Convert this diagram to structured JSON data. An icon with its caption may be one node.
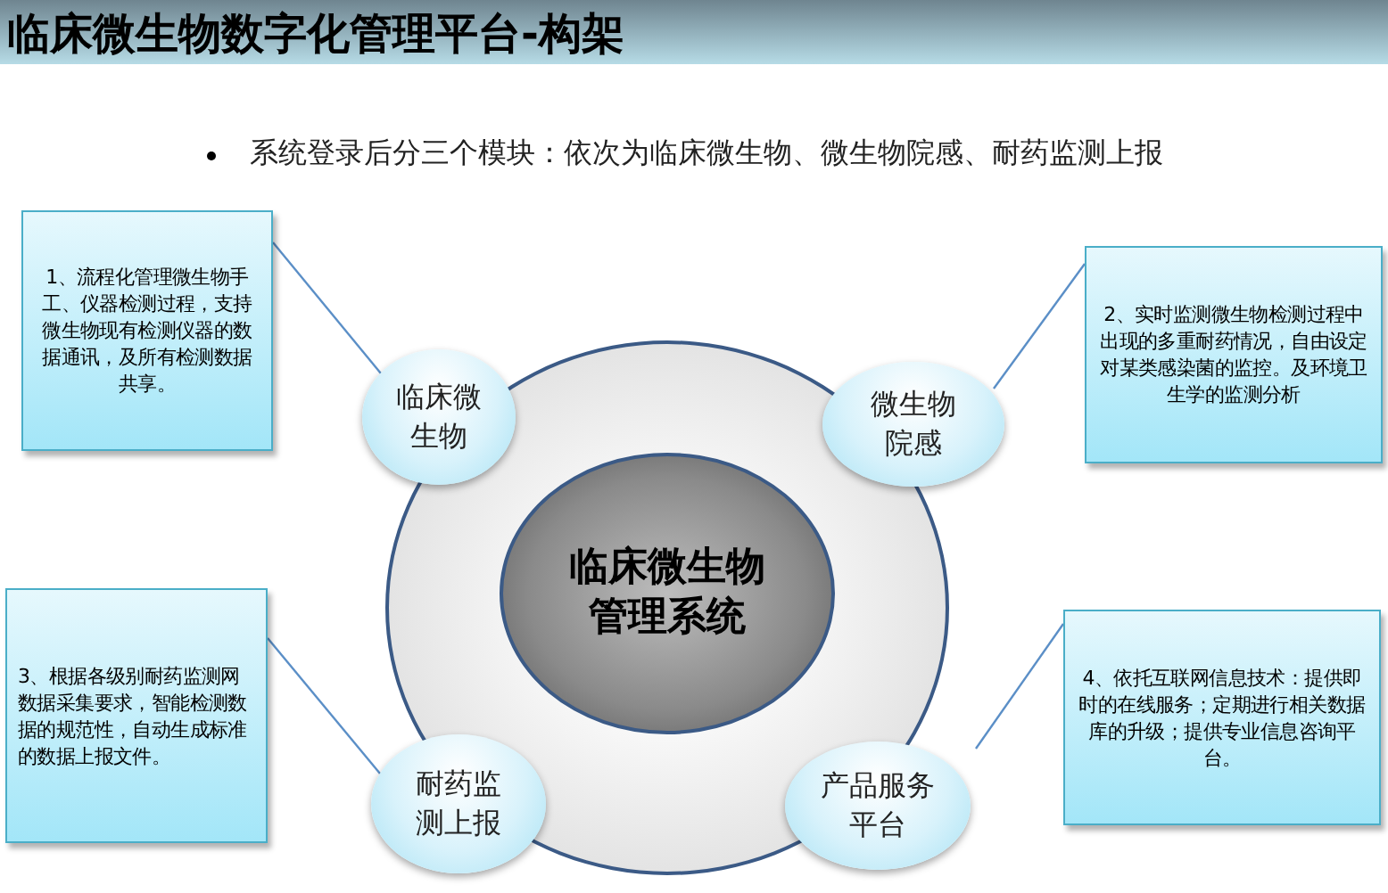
{
  "diagram": {
    "title": "临床微生物数字化管理平台-构架",
    "nodes": [
      {
        "text": [],
        "shape": "circle"
      },
      {
        "text": [
          "临床微生物管理系统"
        ],
        "in": 0
      },
      {
        "text": [
          "临床微生物"
        ]
      },
      {
        "text": [
          "微生物院感"
        ]
      },
      {
        "text": [
          "耐药监测上报"
        ]
      },
      {
        "text": [
          "产品服务平台"
        ]
      },
      {
        "text": [
          "1、流程化管理微生物手工、仪器检测过程，支持微生物现有检测仪器的数据通讯，及所有检测数据共享。"
        ]
      },
      {
        "text": [
          "2、实时监测微生物检测过程中出现的多重耐药情况，自由设定对某类感染菌的监控。及环境卫生学的监测分析"
        ]
      },
      {
        "text": [
          "3、根据各级别耐药监测网数据采集要求，智能检测数据的规范性，自动生成标准的数据上报文件。"
        ]
      },
      {
        "text": [
          "4、依托互联网信息技术：提供即时的在线服务；定期进行相关数据库的升级；提供专业信息咨询平台。"
        ]
      }
    ],
    "edges": [
      {
        "from": 6,
        "to": 2,
        "arrow": "none"
      },
      {
        "from": 7,
        "to": 3,
        "arrow": "none"
      },
      {
        "from": 8,
        "to": 4,
        "arrow": "none"
      },
      {
        "from": 9,
        "to": 5,
        "arrow": "none"
      }
    ],
    "labels": [
      "系统登录后分三个模块：依次为临床微生物、微生物院感、耐药监测上报"
    ]
  }
}
